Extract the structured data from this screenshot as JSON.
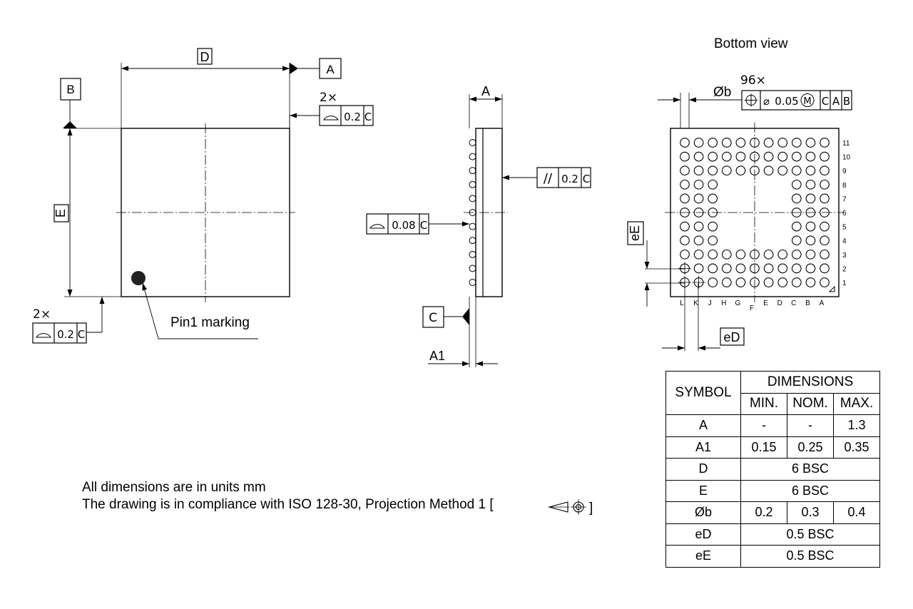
{
  "top_view": {
    "dim_d": "D",
    "dim_e": "E",
    "datum_a": "A",
    "datum_b": "B",
    "flatness_count": "2×",
    "flatness_value": "0.2",
    "flatness_datum": "C",
    "bottom_count": "2×",
    "bottom_value": "0.2",
    "bottom_datum": "C",
    "pin1_label": "Pin1 marking"
  },
  "side_view": {
    "dim_a": "A",
    "dim_a1": "A1",
    "datum_c": "C",
    "parallel_value": "0.2",
    "parallel_datum": "C",
    "parallel_symbol": "//",
    "coplanarity_value": "0.08",
    "coplanarity_datum": "C"
  },
  "bottom_view": {
    "title": "Bottom view",
    "ball_count": "96×",
    "ball_dim": "Øb",
    "pos_tol": "0.05",
    "pos_mod": "M",
    "pos_d1": "C",
    "pos_d2": "A",
    "pos_d3": "B",
    "ee_label": "eE",
    "ed_label": "eD",
    "row_labels": [
      "11",
      "10",
      "9",
      "8",
      "7",
      "6",
      "5",
      "4",
      "3",
      "2",
      "1"
    ],
    "col_labels": [
      "L",
      "K",
      "J",
      "H",
      "G",
      "F",
      "E",
      "D",
      "C",
      "B",
      "A"
    ]
  },
  "table": {
    "symbol_header": "SYMBOL",
    "dimensions_header": "DIMENSIONS",
    "min_header": "MIN.",
    "nom_header": "NOM.",
    "max_header": "MAX.",
    "rows": [
      {
        "symbol": "A",
        "min": "-",
        "nom": "-",
        "max": "1.3"
      },
      {
        "symbol": "A1",
        "min": "0.15",
        "nom": "0.25",
        "max": "0.35"
      },
      {
        "symbol": "D",
        "span": "6 BSC"
      },
      {
        "symbol": "E",
        "span": "6 BSC"
      },
      {
        "symbol": "Øb",
        "min": "0.2",
        "nom": "0.3",
        "max": "0.4"
      },
      {
        "symbol": "eD",
        "span": "0.5 BSC"
      },
      {
        "symbol": "eE",
        "span": "0.5 BSC"
      }
    ]
  },
  "notes": {
    "line1": "All dimensions are in units mm",
    "line2": "The drawing is in compliance with ISO 128-30, Projection Method 1 ["
  }
}
